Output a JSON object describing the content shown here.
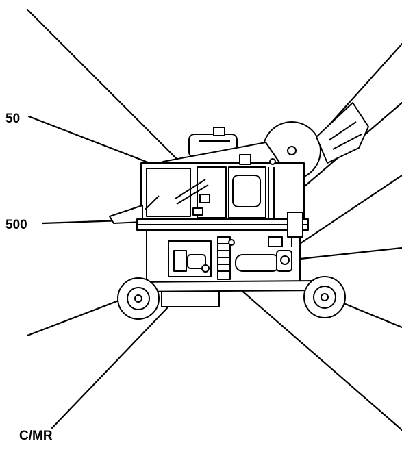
{
  "diagram": {
    "callouts": {
      "label_50": "50",
      "label_500": "500",
      "label_cmr": "C/MR"
    },
    "colors": {
      "ink": "#000000",
      "paper": "#ffffff"
    }
  }
}
